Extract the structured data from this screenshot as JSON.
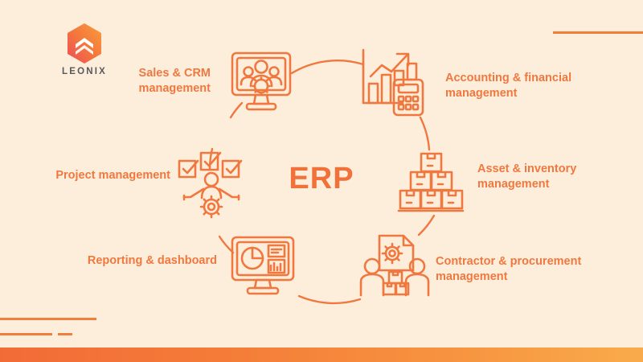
{
  "brand": {
    "logo_icon": "hexagon-chevron-logo",
    "name": "LEONIX"
  },
  "diagram": {
    "center_label": "ERP",
    "type": "circular-cycle",
    "accent_color": "#f0783f",
    "background_color": "#fdeedc",
    "circle_style": "dashed",
    "nodes": [
      {
        "id": "sales-crm",
        "label": "Sales & CRM\nmanagement",
        "label_line1": "Sales & CRM",
        "label_line2": "management",
        "icon": "monitor-team-gear-icon",
        "position": "top-left"
      },
      {
        "id": "accounting-financial",
        "label": "Accounting & financial\nmanagement",
        "label_line1": "Accounting & financial",
        "label_line2": "management",
        "icon": "growth-chart-calculator-icon",
        "position": "top-right"
      },
      {
        "id": "asset-inventory",
        "label": "Asset & inventory\nmanagement",
        "label_line1": "Asset & inventory",
        "label_line2": "management",
        "icon": "stacked-boxes-icon",
        "position": "right"
      },
      {
        "id": "contractor-procurement",
        "label": "Contractor & procurement\nmanagement",
        "label_line1": "Contractor & procurement",
        "label_line2": "management",
        "icon": "people-document-gear-boxes-icon",
        "position": "bottom-right"
      },
      {
        "id": "reporting-dashboard",
        "label": "Reporting & dashboard",
        "label_line1": "Reporting & dashboard",
        "label_line2": "",
        "icon": "monitor-dashboard-charts-icon",
        "position": "bottom-left"
      },
      {
        "id": "project-management",
        "label": "Project management",
        "label_line1": "Project management",
        "label_line2": "",
        "icon": "person-checklist-gear-icon",
        "position": "left"
      }
    ]
  },
  "decorations": {
    "top_right_rule": "horizontal-rule",
    "bottom_left_rules": [
      "long-rule",
      "medium-rule",
      "short-dash"
    ],
    "footer_bar": {
      "gradient_from": "#f26b37",
      "gradient_to": "#f9ab4b"
    }
  }
}
